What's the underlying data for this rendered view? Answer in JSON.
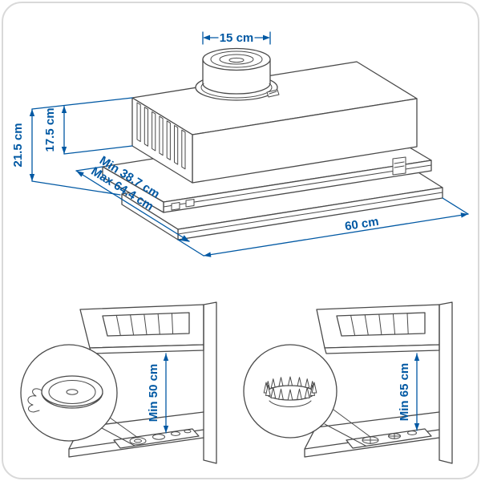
{
  "colors": {
    "accent": "#0058a3",
    "line": "#4a4a4a",
    "frame": "#d9d9d9"
  },
  "hood_diagram": {
    "duct_diameter_label": "15 cm",
    "total_height_label": "21.5 cm",
    "body_height_label": "17.5 cm",
    "depth_min_label": "Min 38.7 cm",
    "depth_max_label": "Max 64.4 cm",
    "width_label": "60 cm"
  },
  "clearances": {
    "electric_label": "Min 50 cm",
    "gas_label": "Min 65 cm"
  }
}
